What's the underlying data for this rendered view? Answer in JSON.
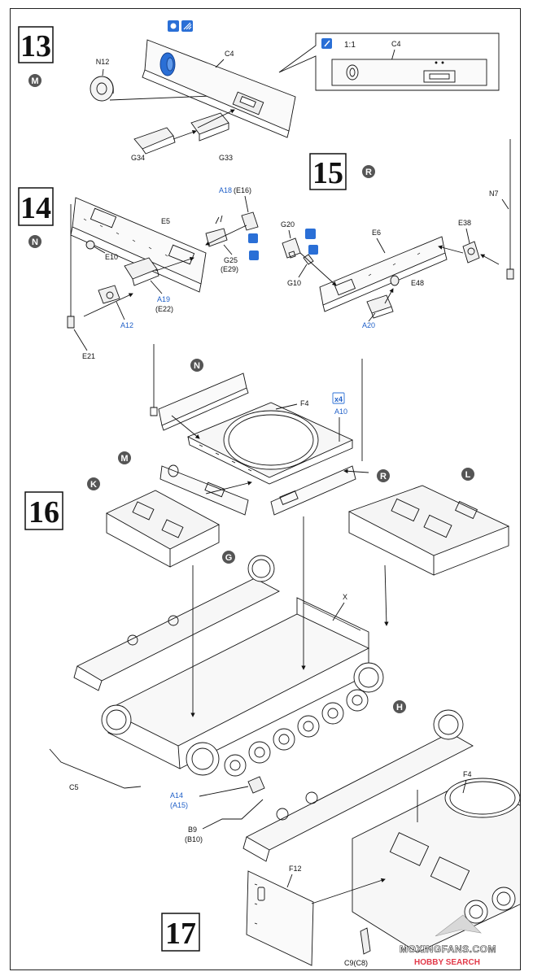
{
  "steps": {
    "s13": {
      "number": "13",
      "badge": "M"
    },
    "s14": {
      "number": "14",
      "badge": "N"
    },
    "s15": {
      "number": "15",
      "badge": "R"
    },
    "s16": {
      "number": "16"
    },
    "s17": {
      "number": "17"
    }
  },
  "callout": {
    "scale": "1:1",
    "part": "C4"
  },
  "parts": {
    "n12": "N12",
    "c4": "C4",
    "g34": "G34",
    "g33": "G33",
    "e5": "E5",
    "e10": "E10",
    "a18": "A18",
    "e16": "(E16)",
    "g25": "G25",
    "e29": "(E29)",
    "a19": "A19",
    "e22": "(E22)",
    "a12": "A12",
    "e21": "E21",
    "n7": "N7",
    "g20": "G20",
    "e38": "E38",
    "e6": "E6",
    "g10": "G10",
    "e48": "E48",
    "a20": "A20",
    "f4": "F4",
    "a10": "A10",
    "x4": "x4",
    "x": "X",
    "c5": "C5",
    "a14": "A14",
    "a15": "(A15)",
    "b9": "B9",
    "b10": "(B10)",
    "h_f4": "F4",
    "f12": "F12",
    "c9": "C9(C8)"
  },
  "subassemblies": {
    "n": "N",
    "m": "M",
    "r": "R",
    "k": "K",
    "l": "L",
    "g": "G",
    "h": "H"
  },
  "watermark": {
    "line1": "MOXINGFANS.COM",
    "line2": "HOBBY SEARCH"
  }
}
